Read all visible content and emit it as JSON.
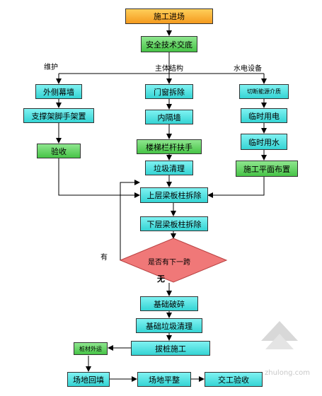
{
  "nodes": {
    "start": "施工进场",
    "briefing": "安全技术交底",
    "curtain_wall": "外侧幕墙",
    "scaffold": "支撑架脚手架置",
    "acceptance": "验收",
    "door_window": "门窗拆除",
    "partition": "内隔墙",
    "stair_rail": "楼梯栏杆扶手",
    "garbage": "垃圾清理",
    "cut_medium": "切断能源介质",
    "temp_power": "临时用电",
    "temp_water": "临时用水",
    "site_layout": "施工平面布置",
    "upper_demolish": "上层梁板柱拆除",
    "lower_demolish": "下层梁板柱拆除",
    "decision": "是否有下一跨",
    "foundation_break": "基础破碎",
    "foundation_clean": "基础垃圾清理",
    "pile_pull": "拔桩施工",
    "pile_out": "桩材外运",
    "backfill": "场地回填",
    "leveling": "场地平整",
    "handover": "交工验收"
  },
  "branch_labels": {
    "maintenance": "维护",
    "main_structure": "主体结构",
    "utilities": "水电设备"
  },
  "edge_labels": {
    "yes": "有",
    "no": "无"
  },
  "watermark": "zhulong.com",
  "colors": {
    "cyan": "#3ad6d6",
    "green": "#4cc84c",
    "orange": "#f6a020",
    "decision": "#f07878",
    "line": "#000000"
  }
}
